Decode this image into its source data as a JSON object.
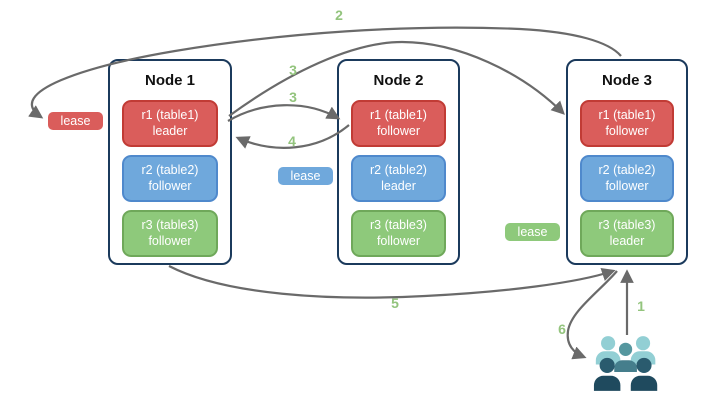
{
  "colors": {
    "red_fill": "#DA5D5B",
    "red_border": "#C13B35",
    "blue_fill": "#6FA8DC",
    "blue_border": "#4F89CC",
    "green_fill": "#8EC97B",
    "green_border": "#6FA85A",
    "node_border": "#1B3A5C",
    "arrow": "#6A6A6A",
    "step_label": "#93C47D",
    "client_light": "#92CFD4",
    "client_medium_head": "#55979F",
    "client_medium_body": "#457E8C",
    "client_dark": "#2A5B6E",
    "client_darkest": "#1F4A5E"
  },
  "nodes": [
    {
      "title": "Node 1",
      "ranges": [
        {
          "range": "r1 (table1)",
          "role": "leader"
        },
        {
          "range": "r2 (table2)",
          "role": "follower"
        },
        {
          "range": "r3 (table3)",
          "role": "follower"
        }
      ]
    },
    {
      "title": "Node 2",
      "ranges": [
        {
          "range": "r1 (table1)",
          "role": "follower"
        },
        {
          "range": "r2 (table2)",
          "role": "leader"
        },
        {
          "range": "r3 (table3)",
          "role": "follower"
        }
      ]
    },
    {
      "title": "Node 3",
      "ranges": [
        {
          "range": "r1 (table1)",
          "role": "follower"
        },
        {
          "range": "r2 (table2)",
          "role": "follower"
        },
        {
          "range": "r3 (table3)",
          "role": "leader"
        }
      ]
    }
  ],
  "leases": [
    {
      "label": "lease",
      "color": "red"
    },
    {
      "label": "lease",
      "color": "blue"
    },
    {
      "label": "lease",
      "color": "green"
    }
  ],
  "steps": {
    "s1": "1",
    "s2": "2",
    "s3a": "3",
    "s3b": "3",
    "s4": "4",
    "s5": "5",
    "s6": "6"
  },
  "icons": {
    "clients": "users-group-icon"
  }
}
